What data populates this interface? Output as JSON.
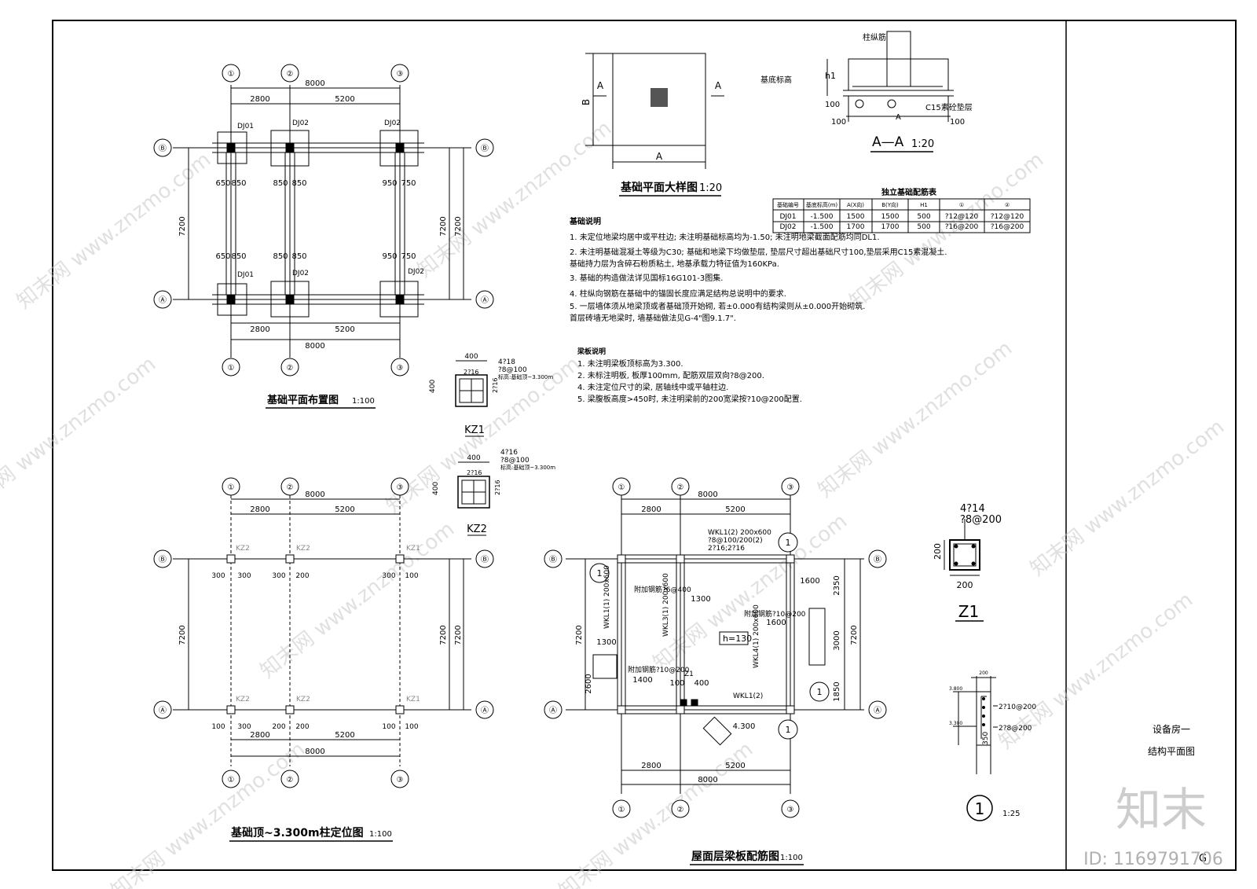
{
  "title_block": {
    "project": "设备房一",
    "sheet": "结构平面图",
    "sheet_no": "G"
  },
  "watermark": {
    "site": "www.znzmo.com",
    "brand": "知末网",
    "logo": "知末",
    "id": "ID: 1169791706"
  },
  "axis_labels": {
    "horizontal": [
      "①",
      "②",
      "③"
    ],
    "vertical": [
      "Ⓐ",
      "Ⓑ"
    ]
  },
  "dims": {
    "total": "8000",
    "bay1": "2800",
    "bay2": "5200",
    "depth": "7200",
    "fnd_a": "650",
    "fnd_b": "850",
    "fnd_c": "950",
    "fnd_d": "750",
    "col_off_a": "300",
    "col_off_b": "100",
    "col_off_c": "200",
    "roof_a": "1600",
    "roof_b": "2350",
    "roof_c": "3000",
    "roof_d": "1850",
    "roof_e": "2600",
    "roof_f": "1300",
    "roof_g": "1400",
    "roof_h": "400",
    "roof_i": "100",
    "roof_elev": "4.300"
  },
  "plan1": {
    "title": "基础平面布置图",
    "scale": "1:100",
    "tags": [
      "DJ01",
      "DJ02",
      "DJ02",
      "DJ01",
      "DJ02",
      "DJ02"
    ]
  },
  "plan2": {
    "title": "基础顶~3.300m柱定位图",
    "scale": "1:100",
    "tags": [
      "KZ2",
      "KZ2",
      "KZ1",
      "KZ2",
      "KZ2",
      "KZ1"
    ]
  },
  "plan3": {
    "title": "屋面层梁板配筋图",
    "scale": "1:100",
    "beams": [
      "WKL1(2) 200x600",
      "?8@100/200(2)",
      "2?16;2?16",
      "WKL1(1) 200x600",
      "WKL3(1) 200x600",
      "WKL4(1) 200x600",
      "WKL1(2)"
    ],
    "notes": [
      "附加钢筋?6@400",
      "附加钢筋?10@200",
      "附加钢筋?10@200"
    ],
    "slab": "h=130",
    "z1": "Z1"
  },
  "detail_plan": {
    "title": "基础平面大样图",
    "scale": "1:20",
    "a": "A",
    "b": "B",
    "sec": "A"
  },
  "section": {
    "title": "A—A",
    "scale": "1:20",
    "labels": [
      "柱纵筋",
      "基底标高",
      "C15素砼垫层",
      "h1",
      "100",
      "100",
      "100",
      "A"
    ]
  },
  "table": {
    "title": "独立基础配筋表",
    "headers": [
      "基础编号",
      "基底标高(m)",
      "A(X向)",
      "B(Y向)",
      "H1",
      "①",
      "②"
    ],
    "rows": [
      [
        "DJ01",
        "-1.500",
        "1500",
        "1500",
        "500",
        "?12@120",
        "?12@120"
      ],
      [
        "DJ02",
        "-1.500",
        "1700",
        "1700",
        "500",
        "?16@200",
        "?16@200"
      ]
    ]
  },
  "notes1": {
    "title": "基础说明",
    "lines": [
      "1. 未定位地梁均居中或平柱边; 未注明基础标高均为-1.50; 未注明地梁截面配筋均同DL1.",
      "2. 未注明基础混凝土等级为C30; 基础和地梁下均做垫层, 垫层尺寸超出基础尺寸100,垫层采用C15素混凝土.",
      "   基础持力层为含碎石粉质粘土, 地基承载力特征值为160KPa.",
      "3. 基础的构造做法详见国标16G101-3图集.",
      "4. 柱纵向钢筋在基础中的锚固长度应满足结构总说明中的要求.",
      "5. 一层墙体须从地梁顶或者基础顶开始砌, 若±0.000有结构梁则从±0.000开始砌筑.",
      "   首层砖墙无地梁时, 墙基础做法见G-4\"图9.1.7\"."
    ]
  },
  "notes2": {
    "title": "梁板说明",
    "lines": [
      "1. 未注明梁板顶标高为3.300.",
      "2. 未标注明板, 板厚100mm, 配筋双层双向?8@200.",
      "4. 未注定位尺寸的梁, 居轴线中或平轴柱边.",
      "5. 梁腹板高度>450时, 未注明梁前的200宽梁按?10@200配置."
    ]
  },
  "kz1": {
    "name": "KZ1",
    "size": "400",
    "main": "4?18",
    "stirrup": "?8@100",
    "note": "标高:基础顶~3.300m",
    "side": "2?16"
  },
  "kz2": {
    "name": "KZ2",
    "size": "400",
    "main": "4?16",
    "stirrup": "?8@100",
    "note": "标高:基础顶~3.300m",
    "side": "2?16"
  },
  "z1": {
    "name": "Z1",
    "main": "4?14",
    "stirrup": "?8@200",
    "size": "200"
  },
  "detail1": {
    "num": "1",
    "scale": "1:25",
    "r1": "2?10@200",
    "r2": "2?8@200",
    "h": "350",
    "w": "200",
    "e1": "3.800",
    "e2": "3.300"
  }
}
